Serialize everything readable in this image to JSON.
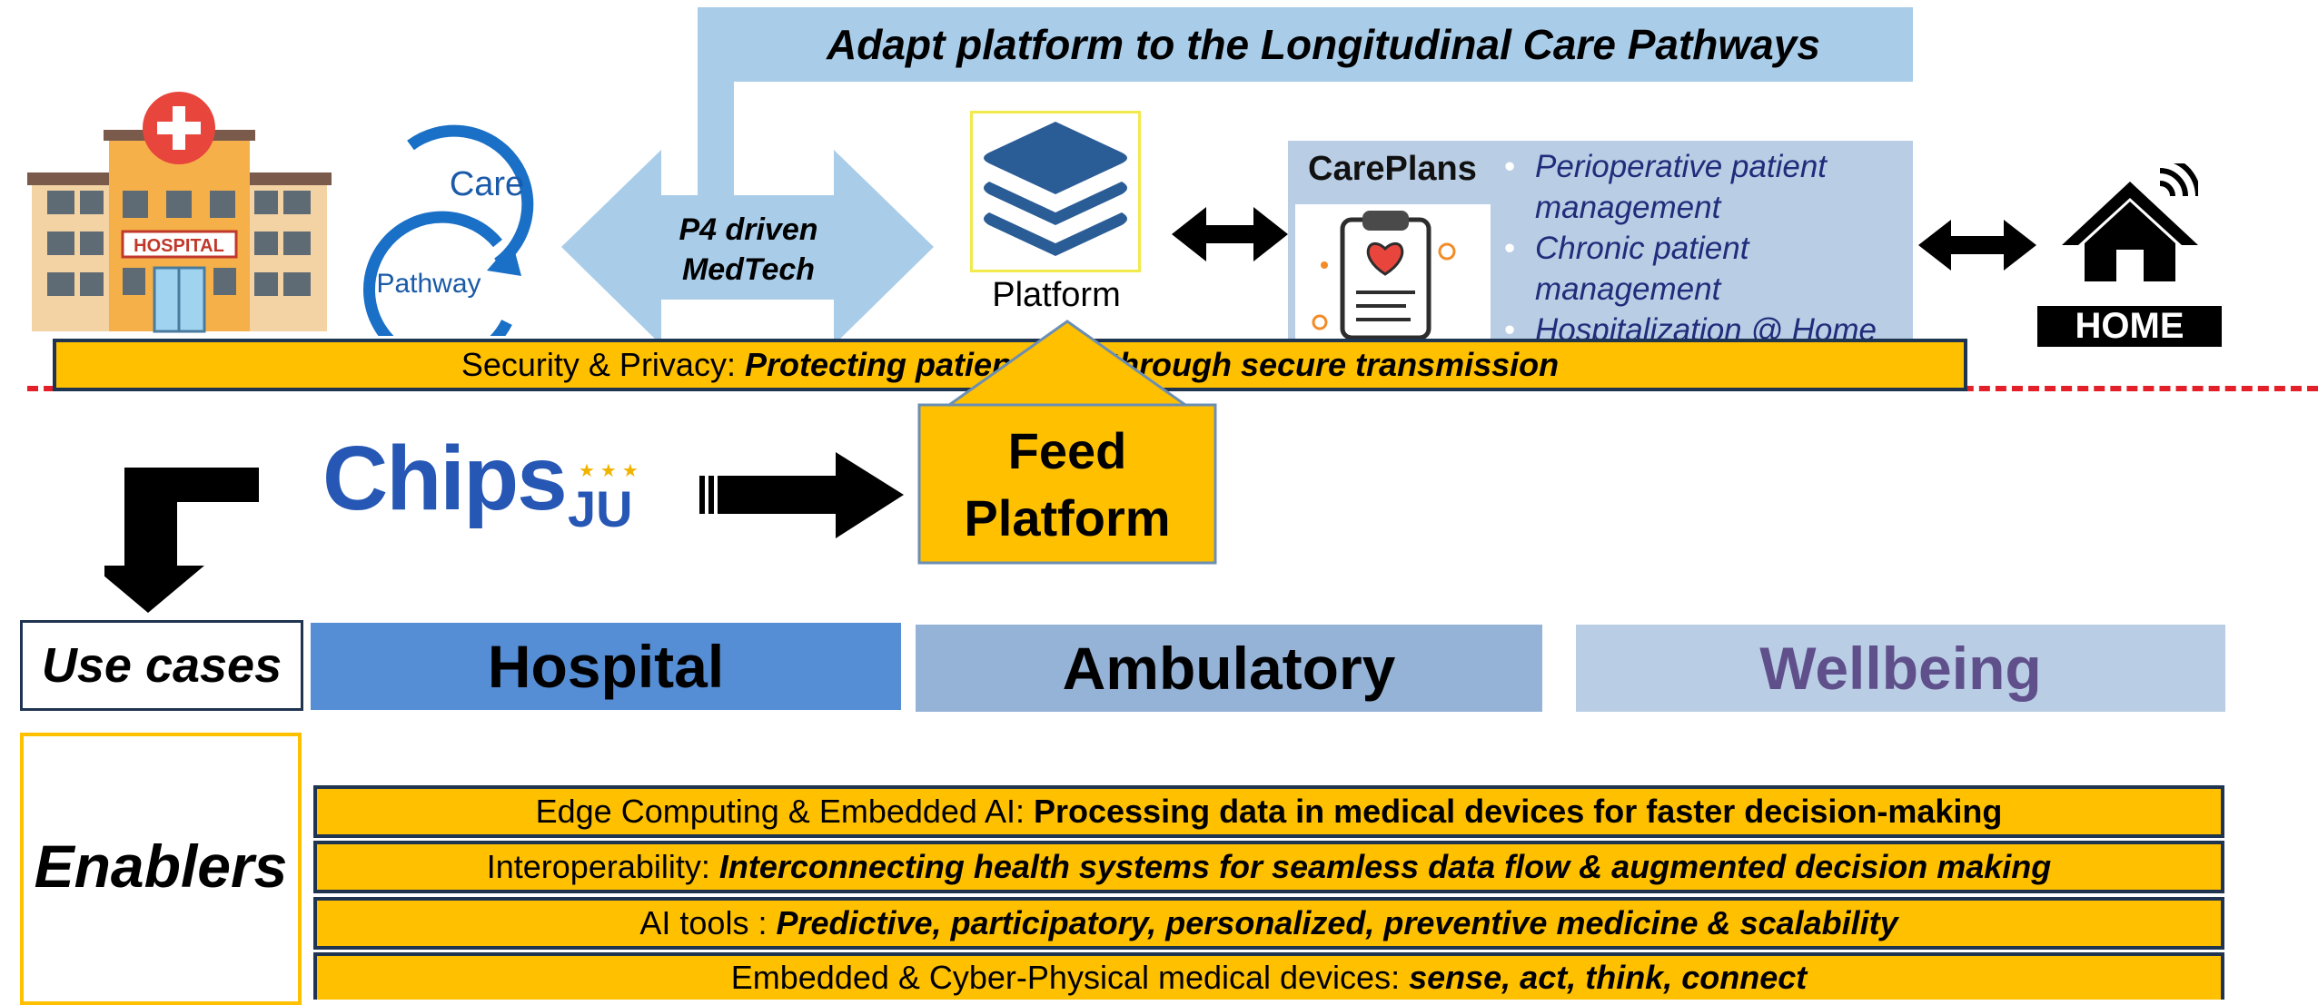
{
  "top_banner": "Adapt platform to the Longitudinal Care Pathways",
  "hospital_sign": "HOSPITAL",
  "care_pathway": {
    "care": "Care",
    "pathway": "Pathway"
  },
  "medtech_arrow": "P4 driven MedTech",
  "platform_label": "Platform",
  "careplans": {
    "title": "CarePlans",
    "bullets": [
      "Perioperative patient management",
      "Chronic patient management",
      "Hospitalization @ Home"
    ]
  },
  "home_label": "HOME",
  "security_bar": {
    "prefix": "Security & Privacy: ",
    "emphasis": "Protecting patient data through secure transmission"
  },
  "chips_logo": {
    "left": "Chips",
    "right": "JU"
  },
  "feed_platform": "Feed Platform",
  "use_cases": {
    "label": "Use cases",
    "items": [
      "Hospital",
      "Ambulatory",
      "Wellbeing"
    ]
  },
  "enablers": {
    "label": "Enablers",
    "rows": [
      {
        "prefix": "Edge Computing & Embedded AI: ",
        "emphasis": "Processing data in medical devices for faster decision-making"
      },
      {
        "prefix": "Interoperability: ",
        "emphasis": "Interconnecting health systems for seamless data flow & augmented decision making"
      },
      {
        "prefix": "AI tools : ",
        "emphasis": "Predictive, participatory, personalized, preventive medicine & scalability"
      },
      {
        "prefix": "Embedded & Cyber-Physical medical devices: ",
        "emphasis": "sense, act, think, connect"
      }
    ]
  },
  "colors": {
    "accent_yellow": "#ffc000",
    "navy_border": "#1f3450",
    "light_blue": "#a9cde9",
    "hospital_blue": "#558ed5",
    "ambulatory_blue": "#95b3d7",
    "wellbeing_blue": "#b9cde5",
    "wellbeing_text": "#5f4f8a",
    "red_dashed": "#e3202a"
  }
}
